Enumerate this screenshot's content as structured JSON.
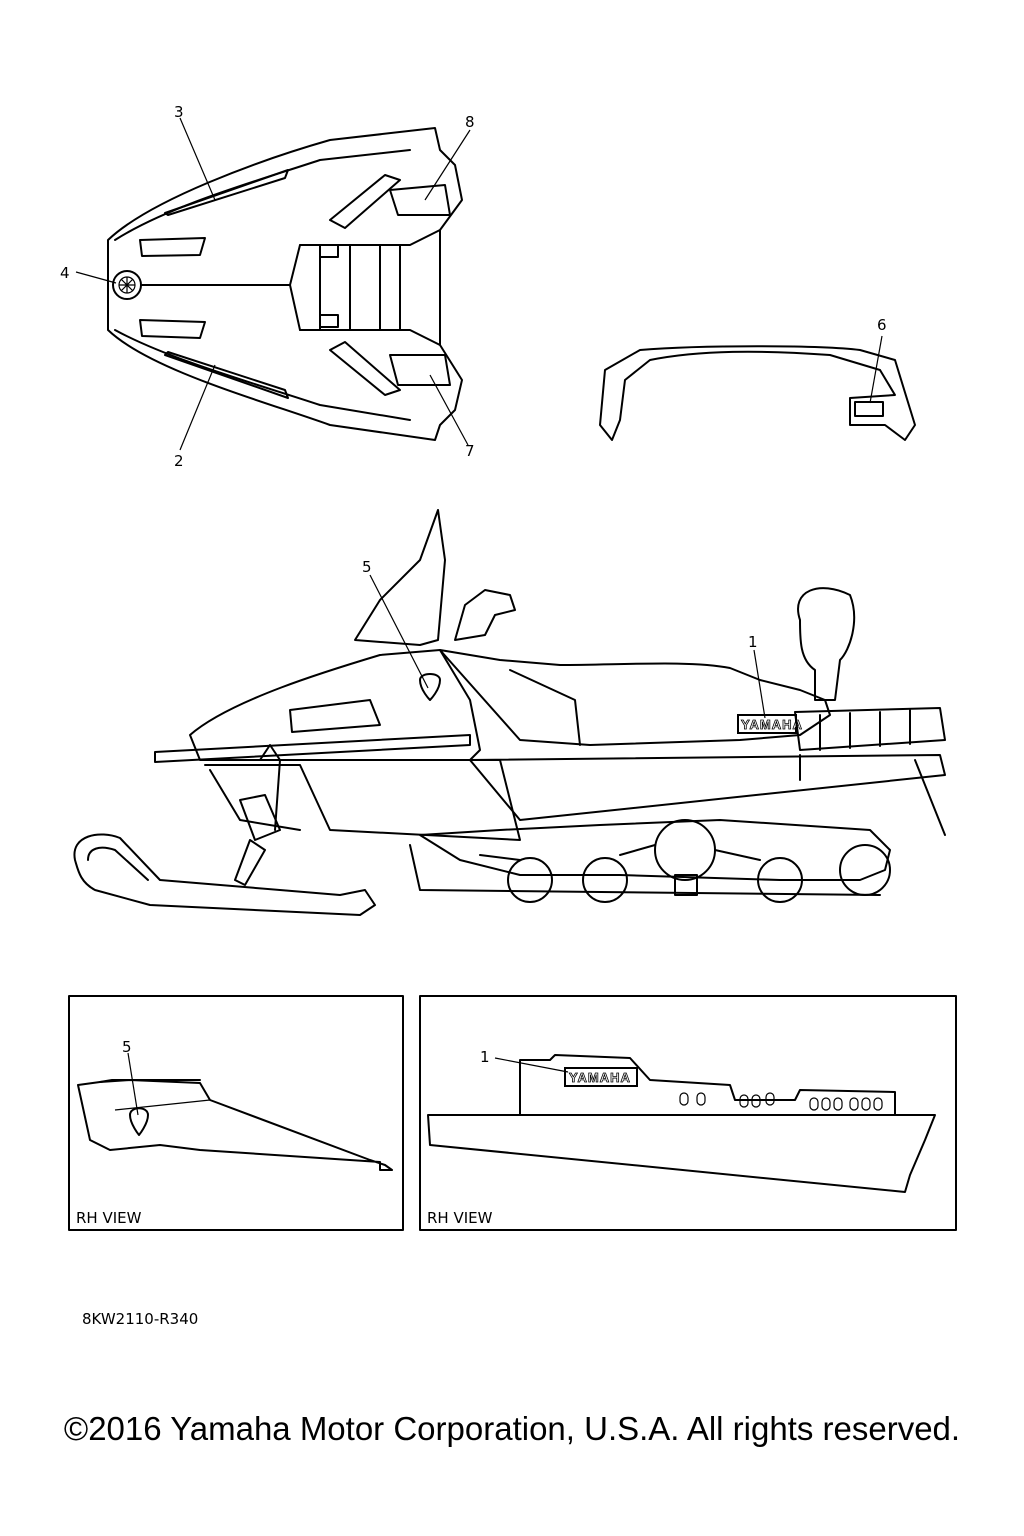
{
  "callouts": {
    "c1": "1",
    "c2": "2",
    "c3": "3",
    "c4": "4",
    "c5": "5",
    "c6": "6",
    "c7": "7",
    "c8": "8",
    "inset_left_5": "5",
    "inset_right_1": "1"
  },
  "labels": {
    "brand_text": "YAMAHA",
    "inset_left_view": "RH VIEW",
    "inset_right_view": "RH VIEW",
    "diagram_code": "8KW2110-R340"
  },
  "footer": {
    "copyright": "©2016 Yamaha Motor Corporation, U.S.A. All rights reserved."
  },
  "colors": {
    "line": "#000000",
    "background": "#ffffff"
  }
}
